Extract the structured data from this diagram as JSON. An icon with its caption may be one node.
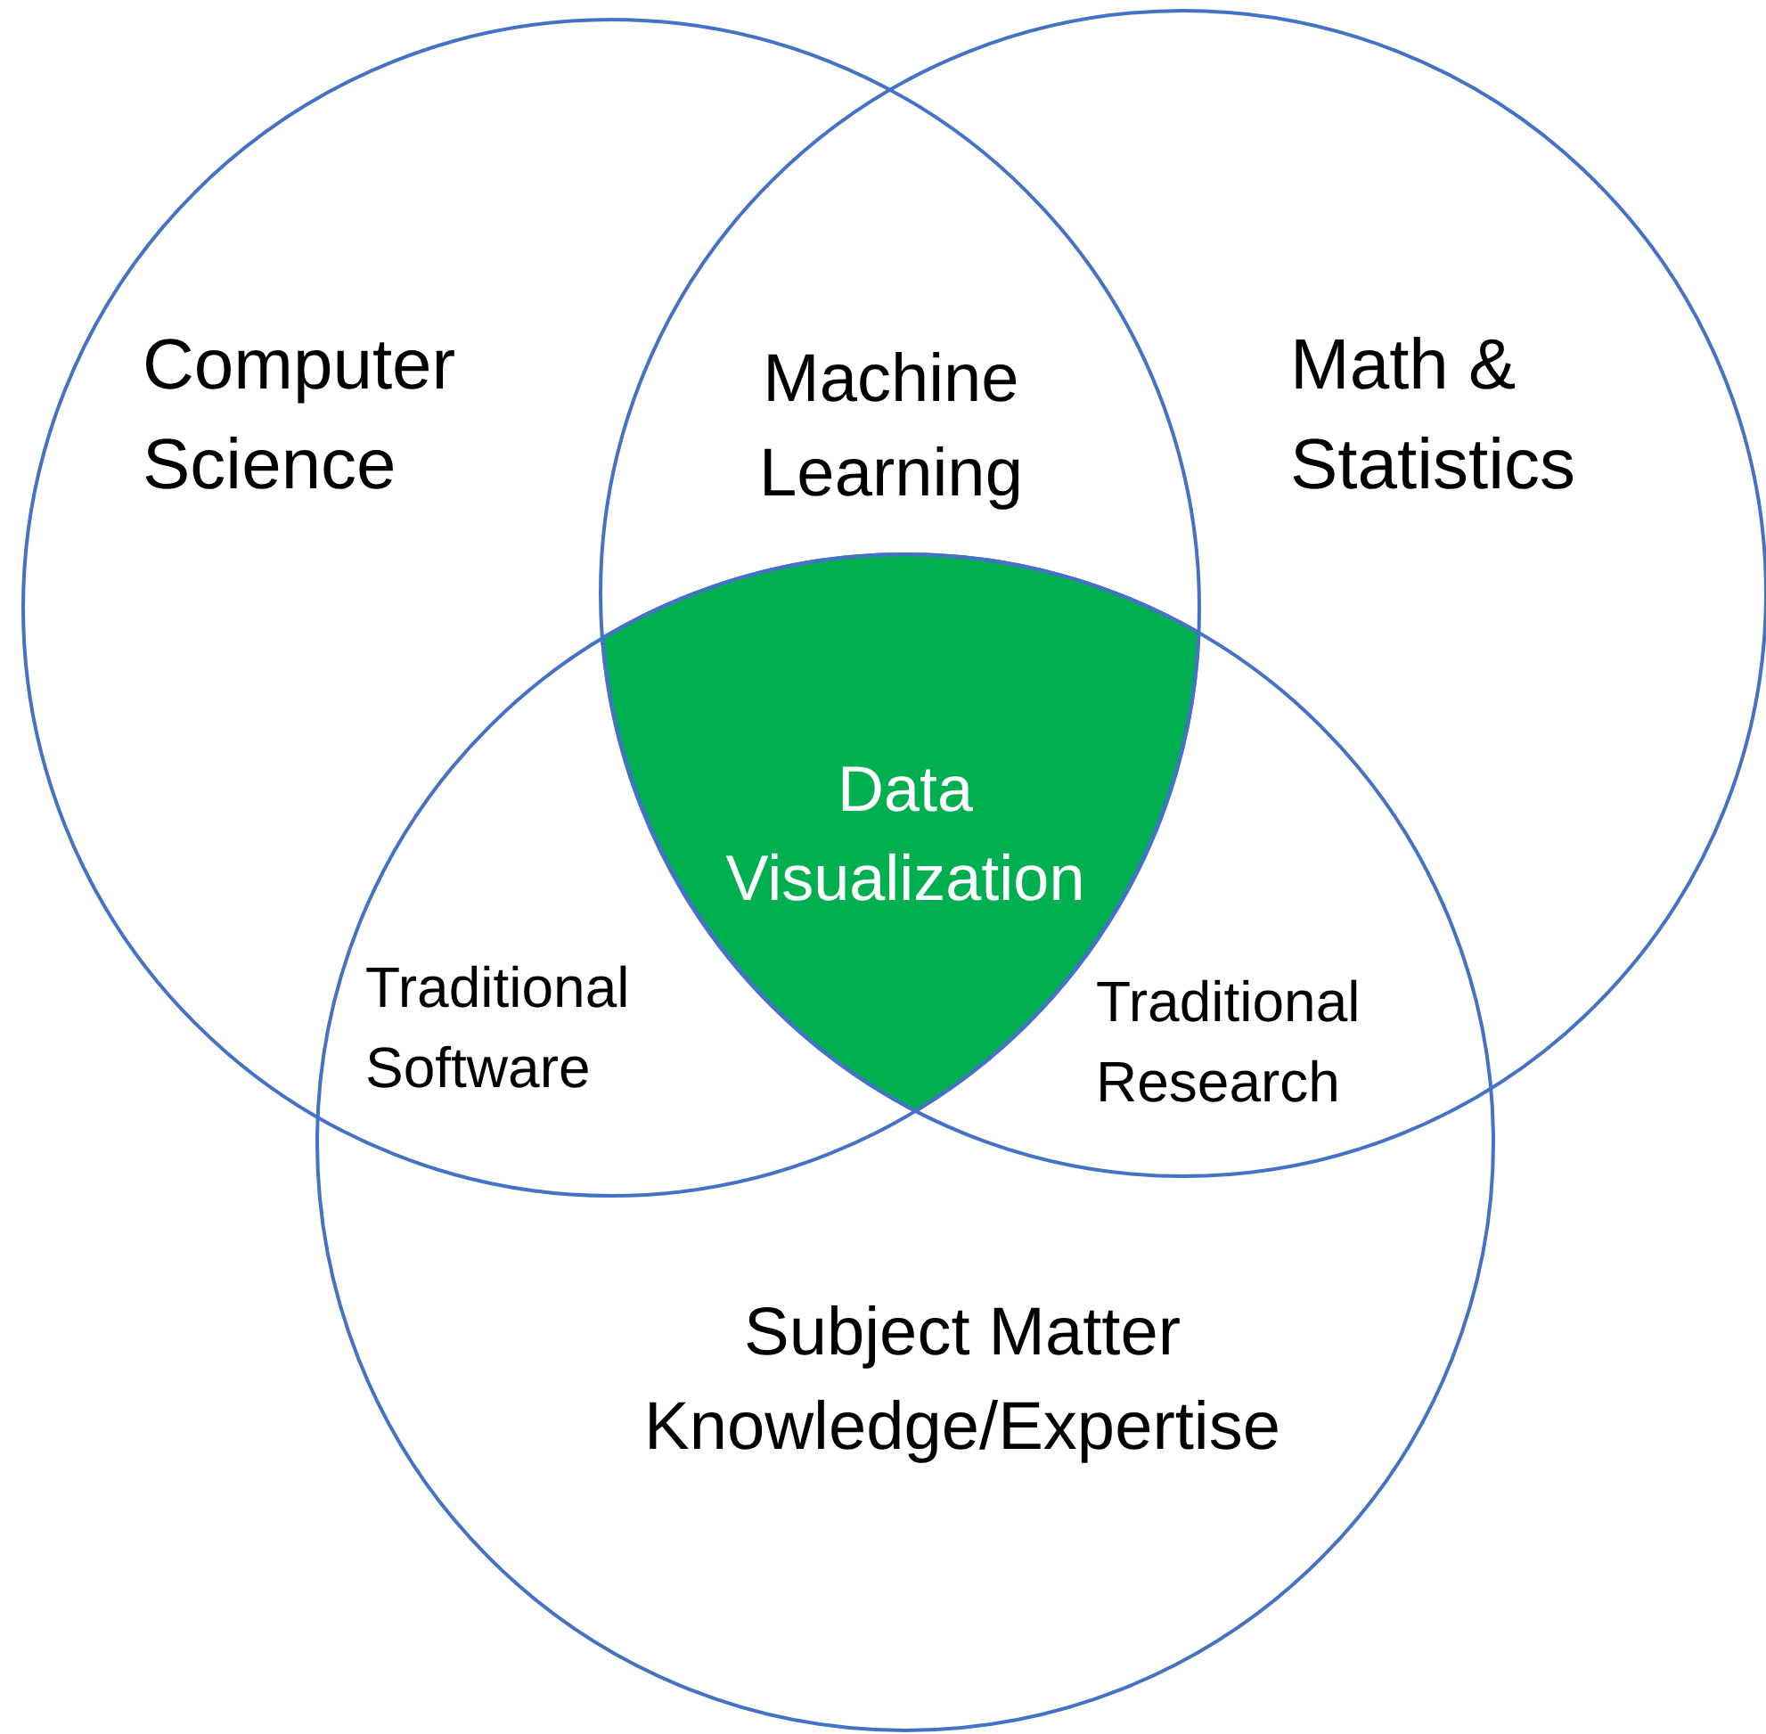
{
  "diagram": {
    "nodes": [
      {
        "text": [
          "Computer Science"
        ]
      },
      {
        "text": [
          "Math & Statistics"
        ]
      },
      {
        "text": [
          "Subject Matter Knowledge/Expertise"
        ]
      },
      {
        "text": [
          "Data Visualization"
        ]
      }
    ],
    "edges": [],
    "labels": [
      "Machine Learning",
      "Traditional Software",
      "Traditional Research"
    ]
  }
}
